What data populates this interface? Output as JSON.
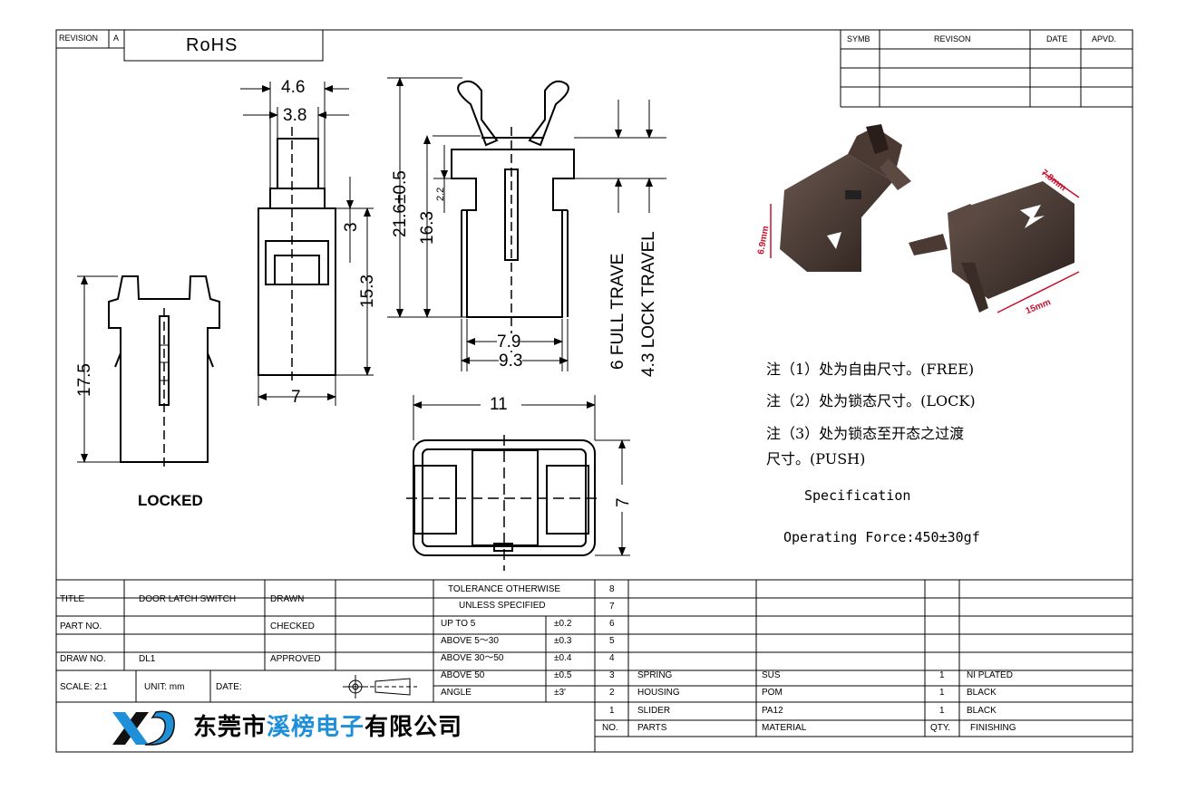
{
  "header": {
    "revision_label": "REVISION",
    "revision_value": "A",
    "rohs": "RoHS"
  },
  "revision_table": {
    "headers": [
      "SYMB",
      "REVISON",
      "DATE",
      "APVD."
    ]
  },
  "dimensions": {
    "d4_6": "4.6",
    "d3_8": "3.8",
    "d3": "3",
    "d15_3": "15.3",
    "d7_side": "7",
    "d17_5": "17.5",
    "d21_6": "21.6±0.5",
    "d16_3": "16.3",
    "d2_2": "2.2",
    "d7_9": "7.9",
    "d9_3": "9.3",
    "d6_full": "6 FULL TRAVE",
    "d4_3_lock": "4.3 LOCK TRAVEL",
    "d11": "11",
    "d7_bottom": "7",
    "locked": "LOCKED"
  },
  "photo_labels": {
    "w": "7.8mm",
    "h": "6.9mm",
    "l": "15mm"
  },
  "notes": {
    "n1": "注（1）处为自由尺寸。(FREE)",
    "n2": "注（2）处为锁态尺寸。(LOCK)",
    "n3a": "注（3）处为锁态至开态之过渡",
    "n3b": "尺寸。(PUSH)",
    "spec_title": "Specification",
    "force": "Operating Force:450±30gf"
  },
  "title_block": {
    "title_label": "TITLE",
    "title_value": "DOOR LATCH SWITCH",
    "drawn": "DRAWN",
    "part_no": "PART NO.",
    "checked": "CHECKED",
    "draw_no": "DRAW NO.",
    "draw_no_value": "DL1",
    "approved": "APPROVED",
    "scale": "SCALE: 2:1",
    "unit": "UNIT: mm",
    "date": "DATE:"
  },
  "tolerance": {
    "header1": "TOLERANCE OTHERWISE",
    "header2": "UNLESS SPECIFIED",
    "rows": [
      {
        "range": "UP TO 5",
        "tol": "±0.2"
      },
      {
        "range": "ABOVE 5～30",
        "tol": "±0.3"
      },
      {
        "range": "ABOVE 30～50",
        "tol": "±0.4"
      },
      {
        "range": "ABOVE 50",
        "tol": "±0.5"
      },
      {
        "range": "ANGLE",
        "tol": "±3'"
      }
    ]
  },
  "bom": {
    "rows": [
      {
        "no": "8",
        "part": "",
        "material": "",
        "qty": "",
        "finish": ""
      },
      {
        "no": "7",
        "part": "",
        "material": "",
        "qty": "",
        "finish": ""
      },
      {
        "no": "6",
        "part": "",
        "material": "",
        "qty": "",
        "finish": ""
      },
      {
        "no": "5",
        "part": "",
        "material": "",
        "qty": "",
        "finish": ""
      },
      {
        "no": "4",
        "part": "",
        "material": "",
        "qty": "",
        "finish": ""
      },
      {
        "no": "3",
        "part": "SPRING",
        "material": "SUS",
        "qty": "1",
        "finish": "NI PLATED"
      },
      {
        "no": "2",
        "part": "HOUSING",
        "material": "POM",
        "qty": "1",
        "finish": "BLACK"
      },
      {
        "no": "1",
        "part": "SLIDER",
        "material": "PA12",
        "qty": "1",
        "finish": "BLACK"
      }
    ],
    "header": {
      "no": "NO.",
      "part": "PARTS",
      "material": "MATERIAL",
      "qty": "QTY.",
      "finish": "FINISHING"
    }
  },
  "company": {
    "part1": "东莞市",
    "part2": "溪榜电子",
    "part3": "有限公司",
    "logo_icon": "xb-logo-icon"
  },
  "colors": {
    "accent": "#1f8fd8",
    "photo_label": "#c8102e",
    "part_dark": "#3a2c26"
  }
}
